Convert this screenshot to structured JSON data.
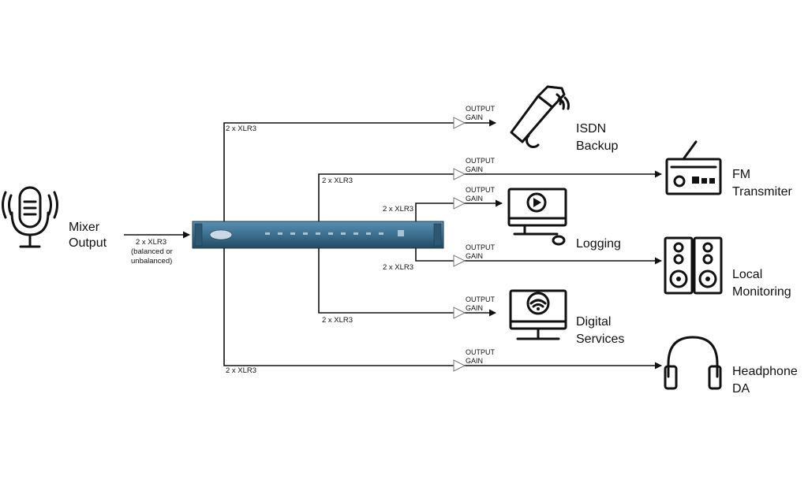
{
  "input": {
    "title_line1": "Mixer",
    "title_line2": "Output",
    "cable_label": "2 x XLR3",
    "cable_note_line1": "(balanced or",
    "cable_note_line2": "unbalanced)"
  },
  "gain": {
    "line1": "OUTPUT",
    "line2": "GAIN"
  },
  "outputs": [
    {
      "id": "isdn",
      "name_line1": "ISDN",
      "name_line2": "Backup",
      "cable": "2 x XLR3",
      "icon": "megaphone-icon"
    },
    {
      "id": "fm",
      "name_line1": "FM",
      "name_line2": "Transmiter",
      "cable": "2 x XLR3",
      "icon": "radio-icon"
    },
    {
      "id": "logging",
      "name_line1": "Logging",
      "name_line2": "",
      "cable": "2 x XLR3",
      "icon": "computer-play-icon"
    },
    {
      "id": "local",
      "name_line1": "Local",
      "name_line2": "Monitoring",
      "cable": "2 x XLR3",
      "icon": "speakers-icon"
    },
    {
      "id": "digital",
      "name_line1": "Digital",
      "name_line2": "Services",
      "cable": "2 x XLR3",
      "icon": "monitor-wifi-icon"
    },
    {
      "id": "headphone",
      "name_line1": "Headphone",
      "name_line2": "DA",
      "cable": "2 x XLR3",
      "icon": "headphones-icon"
    }
  ],
  "device": {
    "name": "distribution-amplifier",
    "color": "#3c6f8f"
  }
}
